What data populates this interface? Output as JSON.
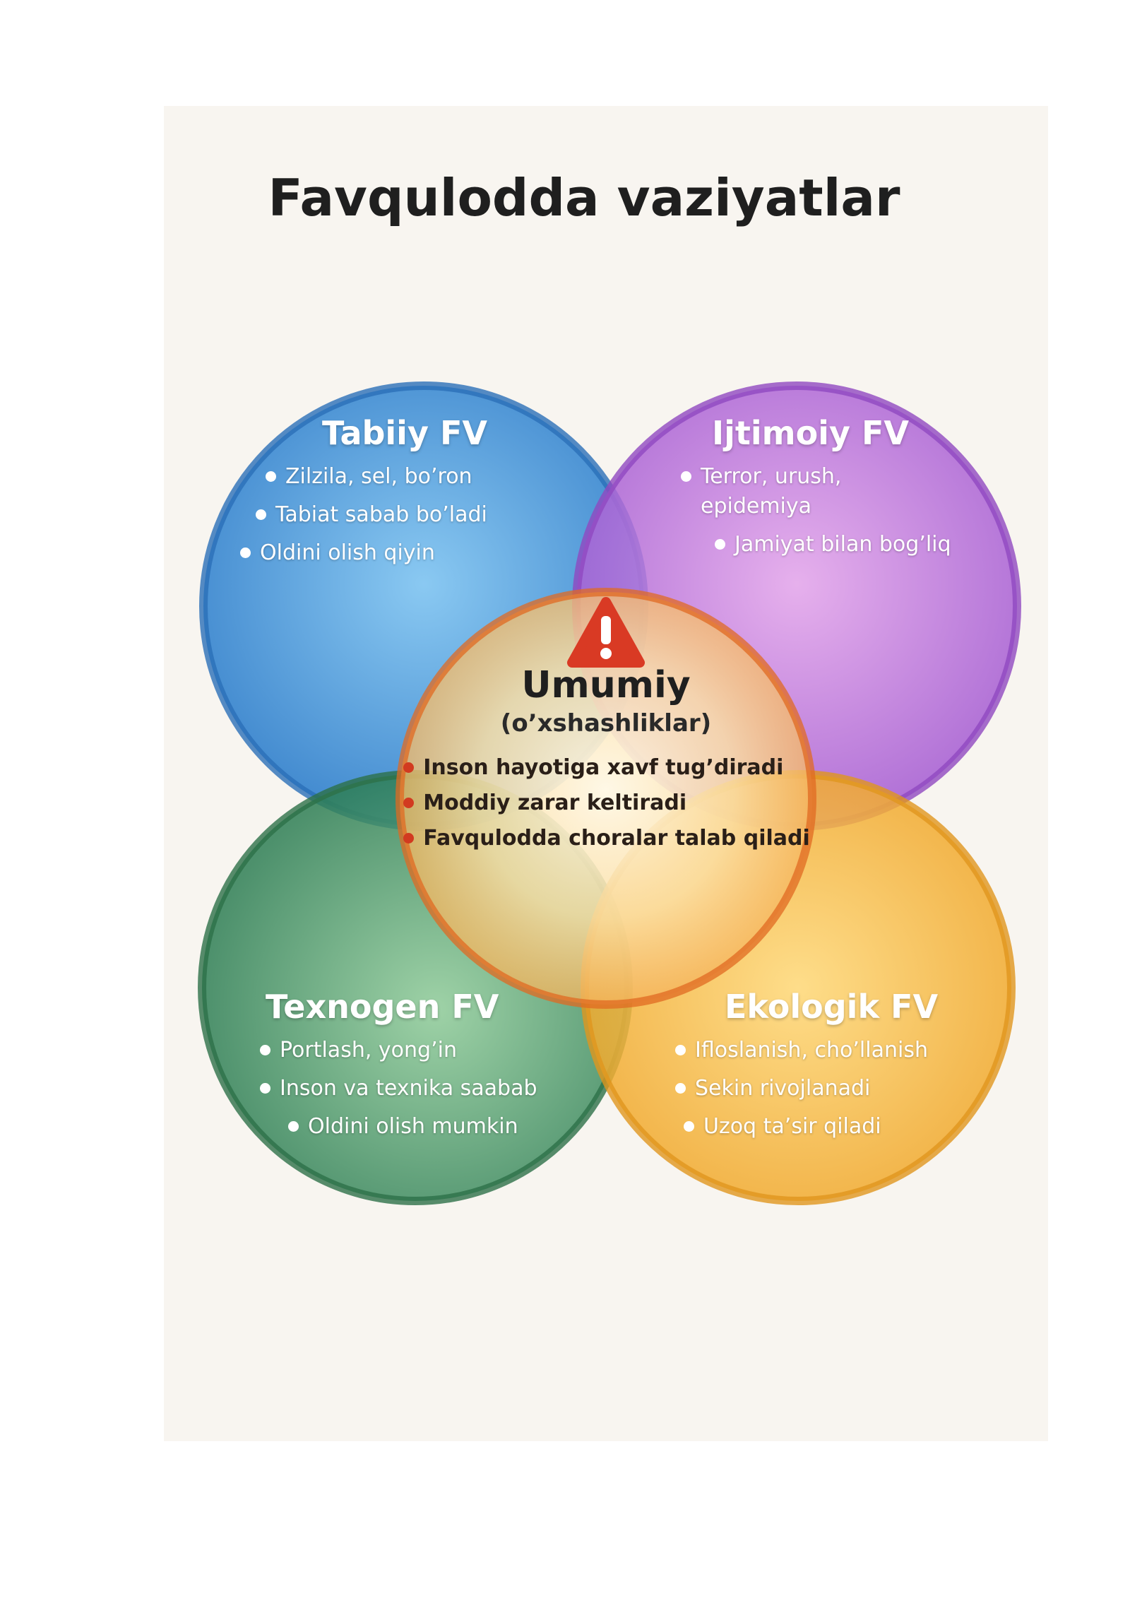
{
  "title": "Favqulodda vaziyatlar",
  "colors": {
    "tabiiy": "#3a8fd8",
    "ijtimoiy": "#b06ad8",
    "texnogen": "#3f9060",
    "ekologik": "#f0b030",
    "umumiy": "#f4c070",
    "warning": "#d93a24"
  },
  "icons": {
    "warning": "warning-triangle-icon"
  },
  "circles": {
    "tabiiy": {
      "heading": "Tabiiy FV",
      "items": [
        "Zilzila, sel, bo’ron",
        "Tabiat sabab bo’ladi",
        "Oldini olish qiyin"
      ]
    },
    "ijtimoiy": {
      "heading": "Ijtimoiy FV",
      "items": [
        "Terror, urush, epidemiya",
        "Jamiyat bilan bog’liq"
      ]
    },
    "texnogen": {
      "heading": "Texnogen FV",
      "items": [
        "Portlash, yong’in",
        "Inson va texnika saabab",
        "Oldini olish mumkin"
      ]
    },
    "ekologik": {
      "heading": "Ekologik FV",
      "items": [
        "Ifloslanish, cho’llanish",
        "Sekin rivojlanadi",
        "Uzoq ta’sir qiladi"
      ]
    },
    "umumiy": {
      "heading": "Umumiy",
      "subheading": "(o’xshashliklar)",
      "items": [
        "Inson hayotiga xavf tug’diradi",
        "Moddiy zarar keltiradi",
        "Favqulodda choralar talab qiladi"
      ]
    }
  }
}
